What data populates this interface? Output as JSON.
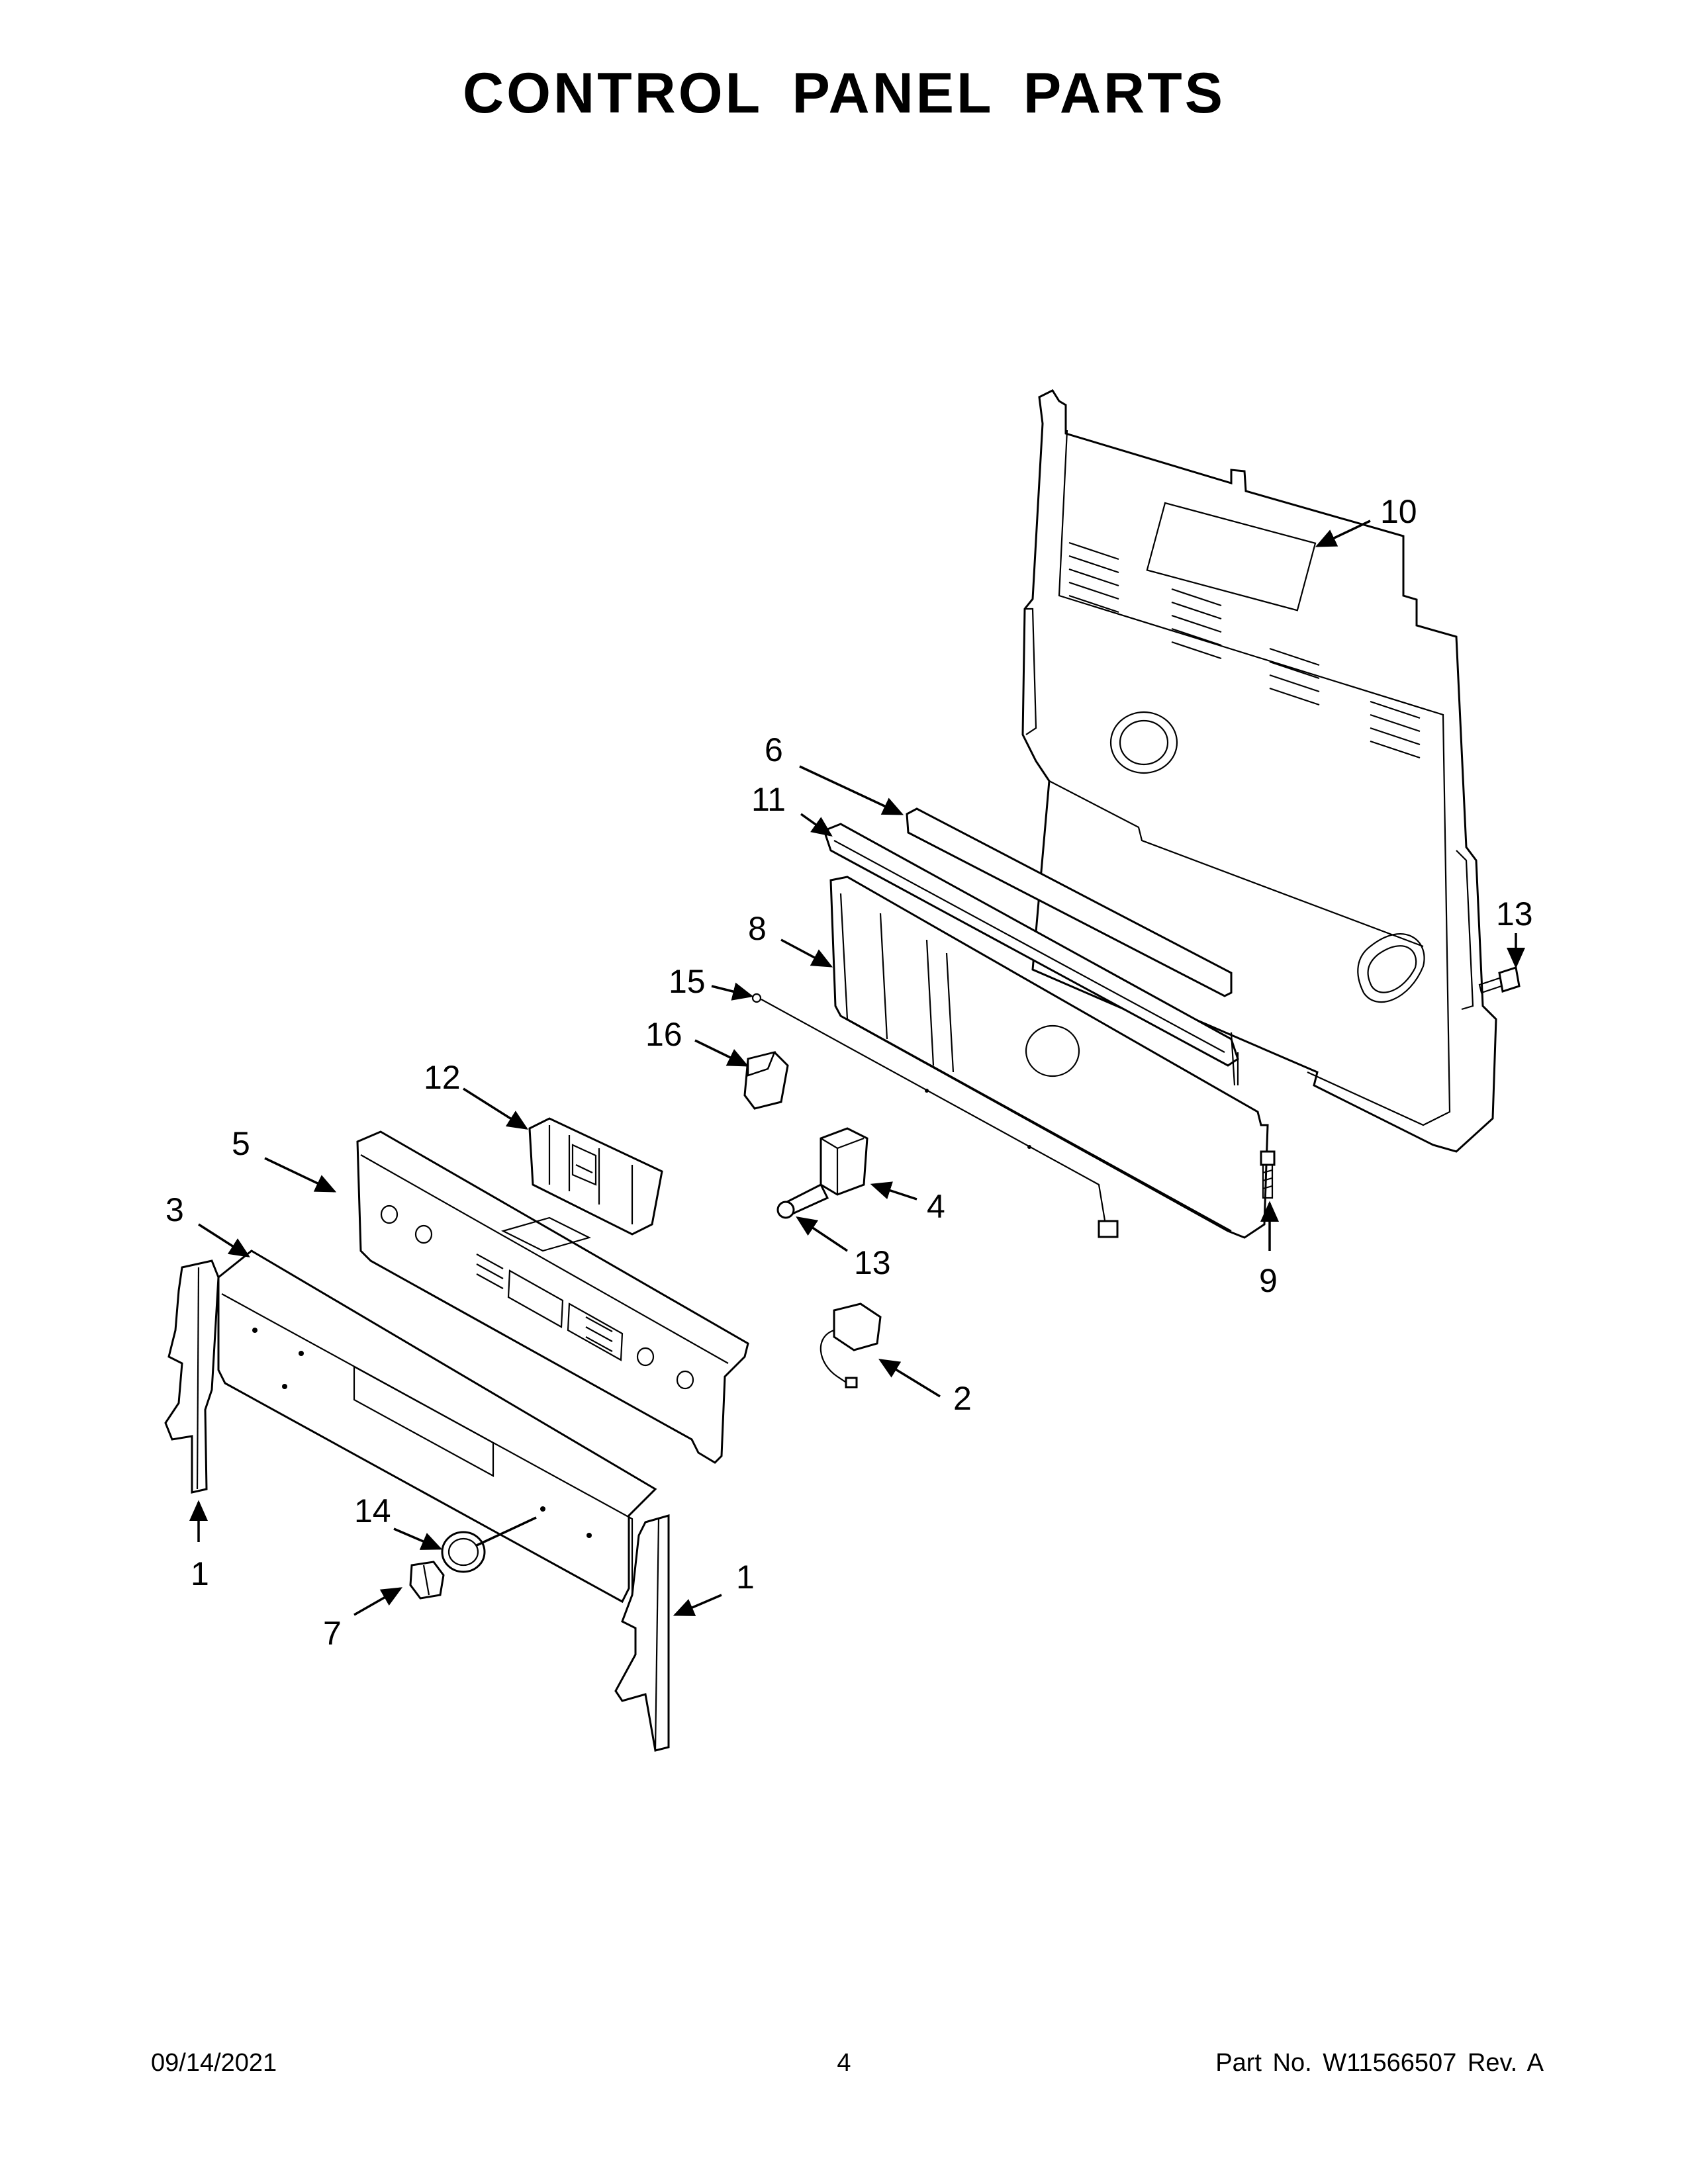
{
  "page": {
    "title": "CONTROL PANEL PARTS"
  },
  "callouts": [
    {
      "id": "c10",
      "label": "10"
    },
    {
      "id": "c6",
      "label": "6"
    },
    {
      "id": "c11",
      "label": "11"
    },
    {
      "id": "c13a",
      "label": "13"
    },
    {
      "id": "c8",
      "label": "8"
    },
    {
      "id": "c15",
      "label": "15"
    },
    {
      "id": "c16",
      "label": "16"
    },
    {
      "id": "c12",
      "label": "12"
    },
    {
      "id": "c5",
      "label": "5"
    },
    {
      "id": "c4",
      "label": "4"
    },
    {
      "id": "c13b",
      "label": "13"
    },
    {
      "id": "c9",
      "label": "9"
    },
    {
      "id": "c3",
      "label": "3"
    },
    {
      "id": "c2",
      "label": "2"
    },
    {
      "id": "c14",
      "label": "14"
    },
    {
      "id": "c1a",
      "label": "1"
    },
    {
      "id": "c1b",
      "label": "1"
    },
    {
      "id": "c7",
      "label": "7"
    }
  ],
  "footer": {
    "date": "09/14/2021",
    "page_number": "4",
    "part_number": "Part No.  W11566507  Rev.  A"
  }
}
